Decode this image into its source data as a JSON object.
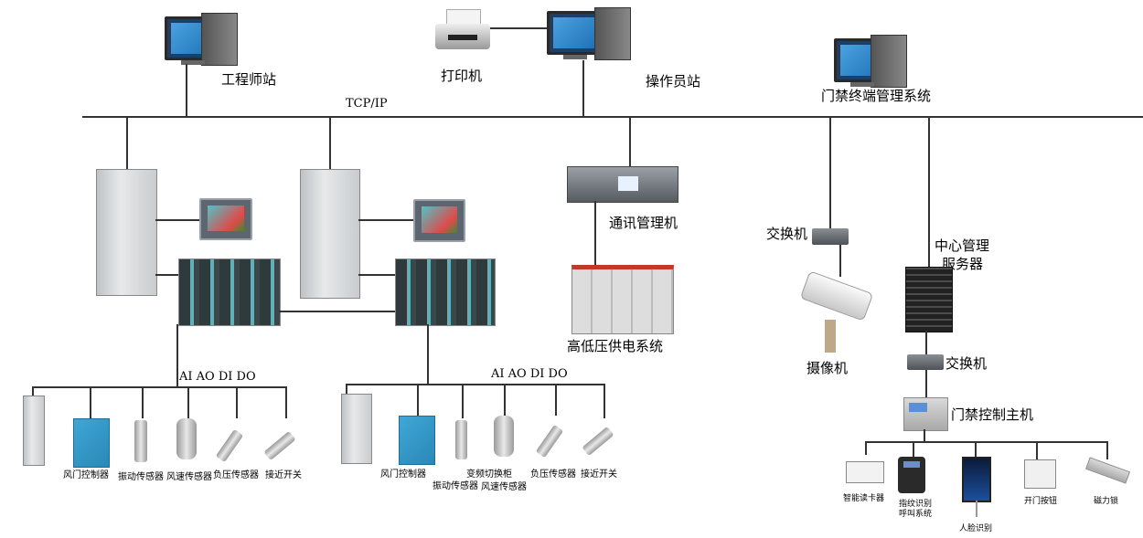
{
  "network": {
    "bus_label": "TCP/IP"
  },
  "top": {
    "engineer_station": "工程师站",
    "printer": "打印机",
    "operator_station": "操作员站",
    "access_terminal": "门禁终端管理系统"
  },
  "middle": {
    "comm_manager": "通讯管理机",
    "power_system": "高低压供电系统",
    "switch_1": "交换机",
    "camera": "摄像机",
    "server_line1": "中心管理",
    "server_line2": "服务器",
    "switch_2": "交换机",
    "access_controller": "门禁控制主机"
  },
  "left_group": {
    "io_label": "AI AO DI DO",
    "devices": [
      "风门控制器",
      "振动传感器",
      "风速传感器",
      "负压传感器",
      "接近开关"
    ]
  },
  "right_group": {
    "io_label": "AI AO DI DO",
    "devices": [
      "风门控制器",
      "振动传感器",
      "变频切换柜",
      "风速传感器",
      "负压传感器",
      "接近开关"
    ]
  },
  "access_devices": {
    "card_reader": "智能读卡器",
    "fingerprint_line1": "指纹识别",
    "fingerprint_line2": "呼叫系统",
    "face_recognition": "人脸识别",
    "exit_button": "开门按钮",
    "magnetic_lock": "磁力锁"
  }
}
